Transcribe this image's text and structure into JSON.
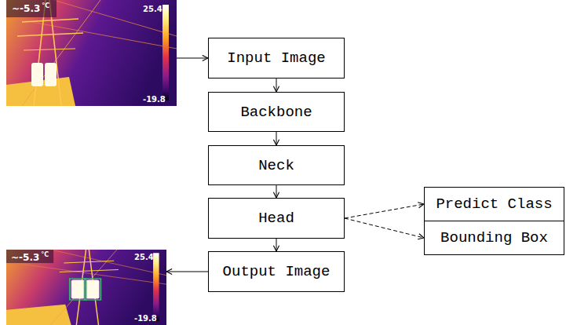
{
  "diagram": {
    "nodes": [
      {
        "text": [
          "~-5.3",
          "°C",
          "25.4",
          "-19.8"
        ]
      },
      {
        "text": [
          "Input Image"
        ]
      },
      {
        "text": [
          "Backbone"
        ]
      },
      {
        "text": [
          "Neck"
        ]
      },
      {
        "text": [
          "Head"
        ]
      },
      {
        "text": [
          "Predict Class"
        ]
      },
      {
        "text": [
          "Bounding Box"
        ]
      },
      {
        "text": [
          "Output Image"
        ]
      },
      {
        "text": [
          "~-5.3",
          "°C",
          "25.4",
          "-19.8"
        ]
      }
    ],
    "edges": [
      {
        "from": 0,
        "to": 1,
        "arrow": "to"
      },
      {
        "from": 1,
        "to": 2,
        "arrow": "to"
      },
      {
        "from": 2,
        "to": 3,
        "arrow": "to"
      },
      {
        "from": 3,
        "to": 4,
        "arrow": "to"
      },
      {
        "from": 4,
        "to": 5,
        "arrow": "to"
      },
      {
        "from": 4,
        "to": 6,
        "arrow": "to"
      },
      {
        "from": 4,
        "to": 7,
        "arrow": "to"
      },
      {
        "from": 7,
        "to": 8,
        "arrow": "to"
      }
    ]
  }
}
